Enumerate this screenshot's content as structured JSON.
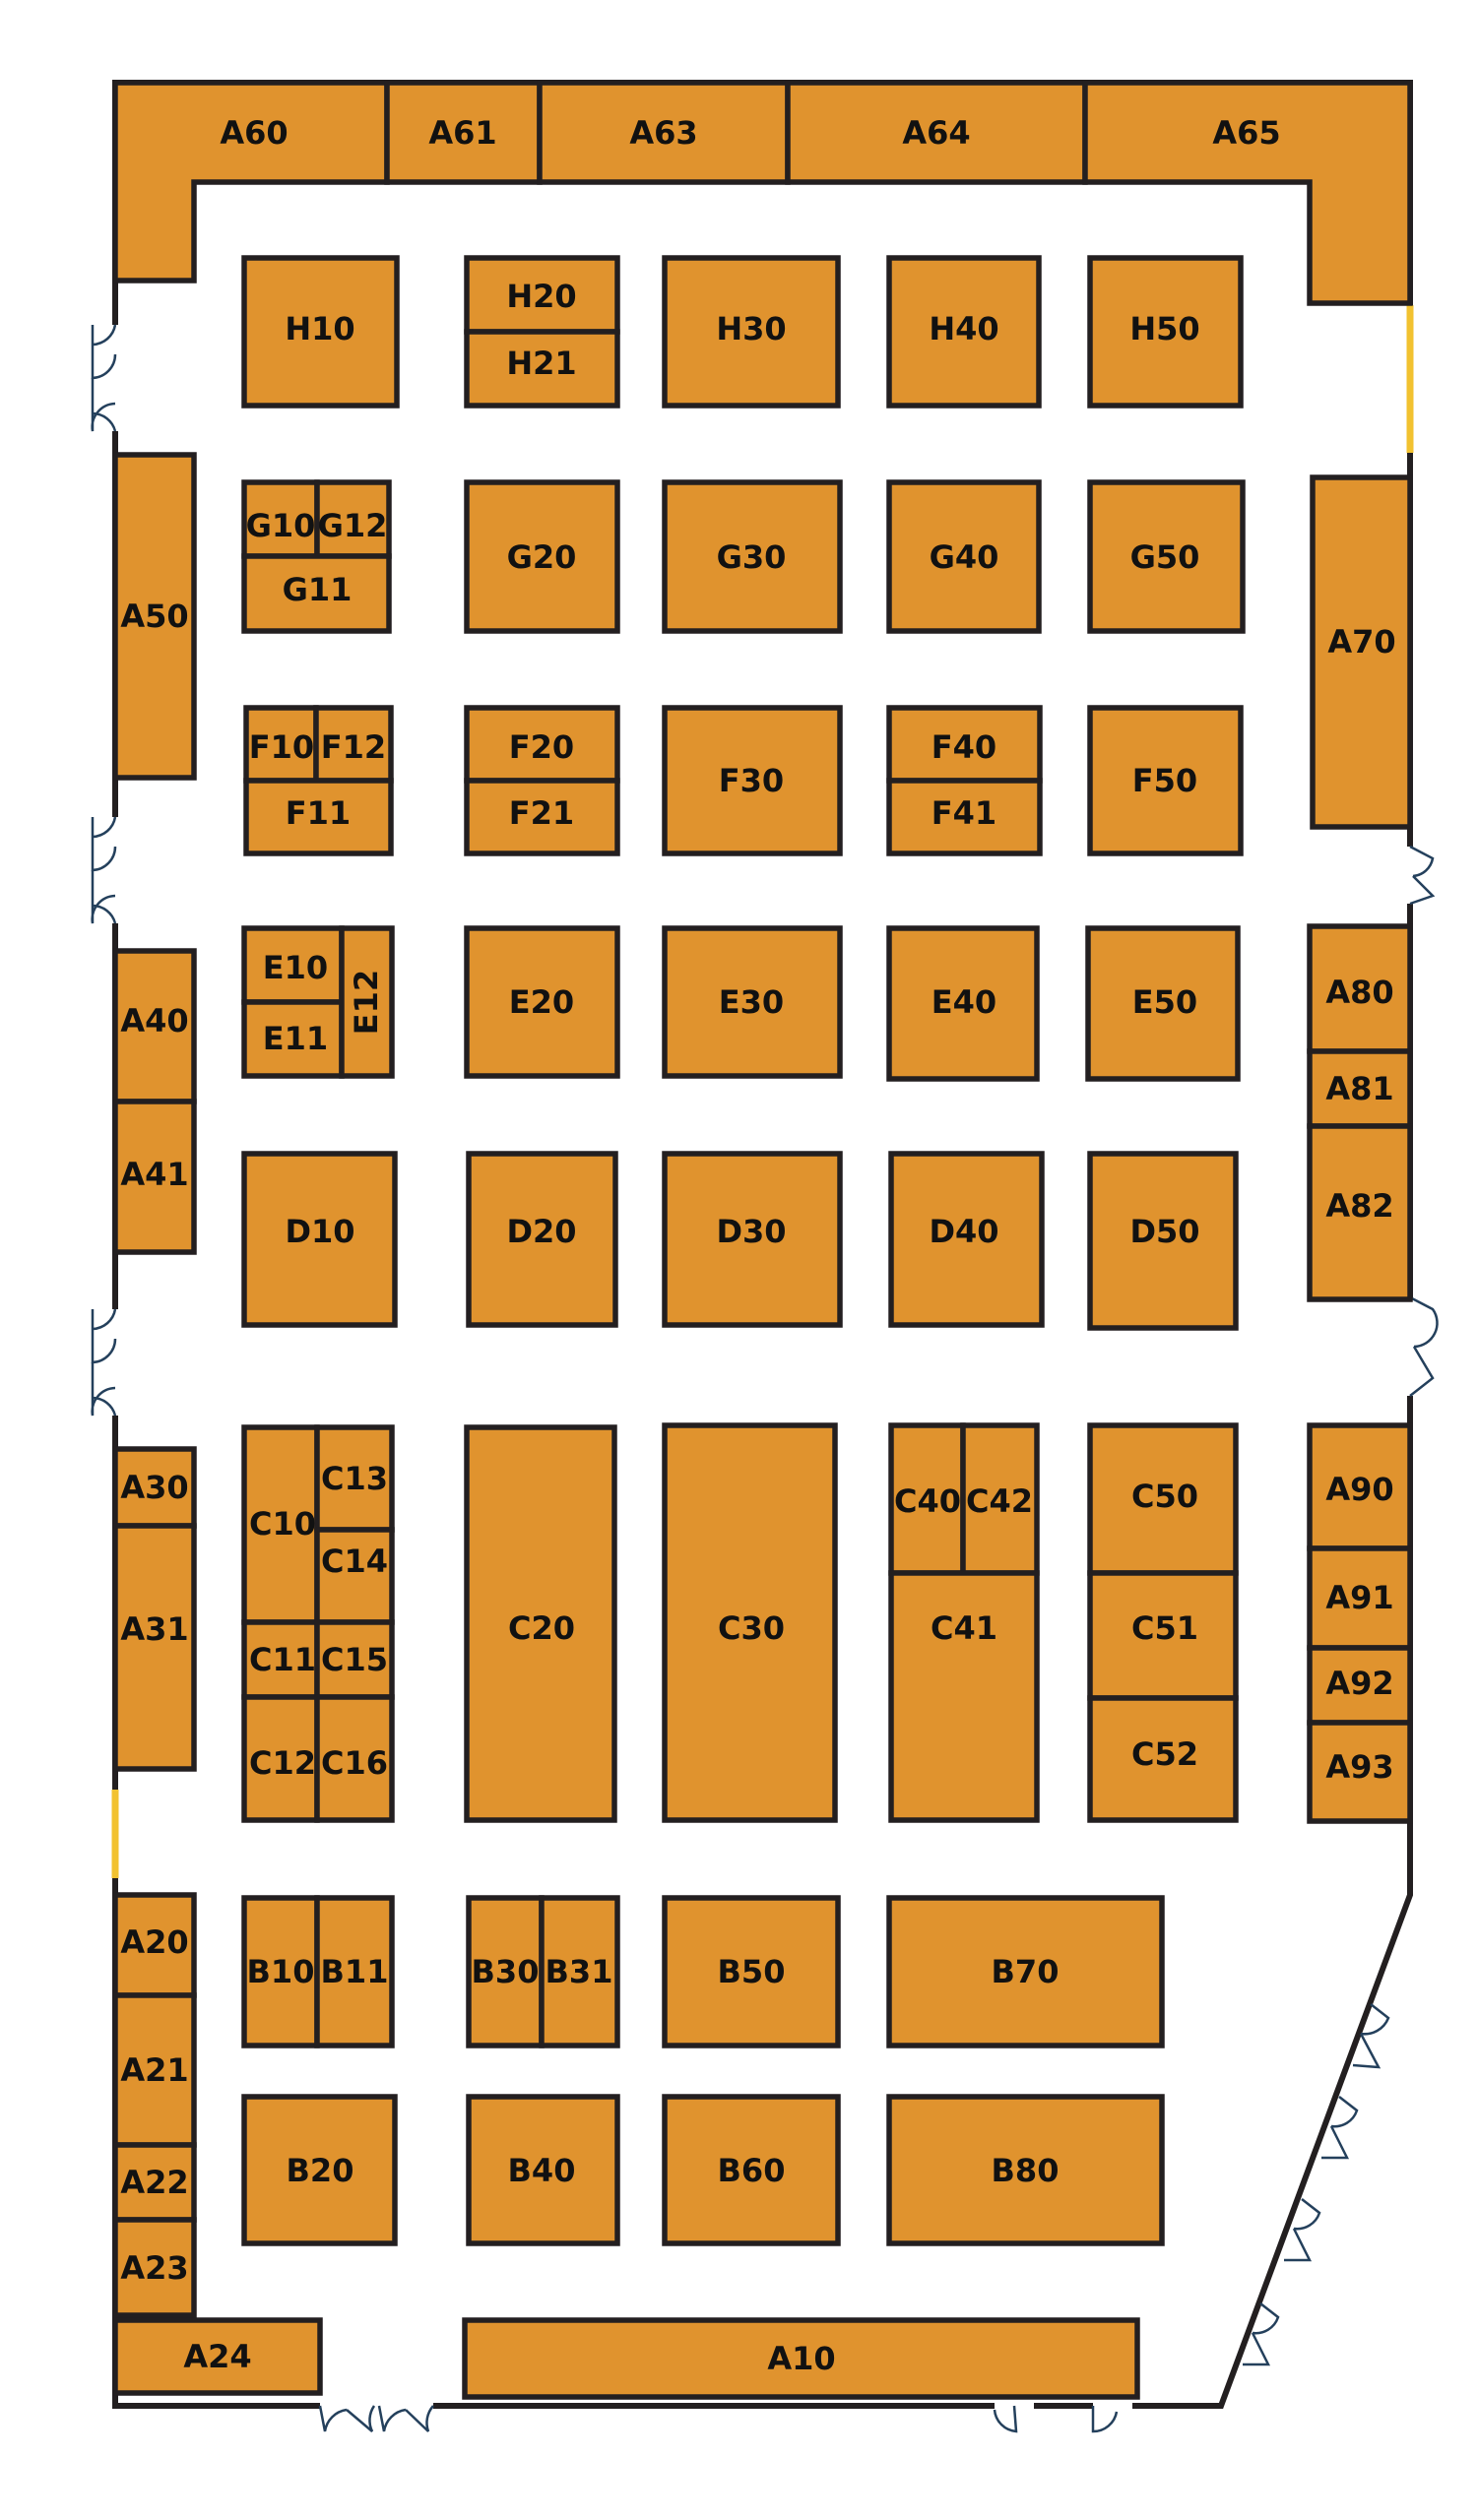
{
  "colors": {
    "booth_fill": "#e0932e",
    "outline": "#231f20",
    "door": "#24405c",
    "entrance": "#f2c230",
    "background": "#ffffff"
  },
  "booths": {
    "A10": "A10",
    "A20": "A20",
    "A21": "A21",
    "A22": "A22",
    "A23": "A23",
    "A24": "A24",
    "A30": "A30",
    "A31": "A31",
    "A40": "A40",
    "A41": "A41",
    "A50": "A50",
    "A60": "A60",
    "A61": "A61",
    "A63": "A63",
    "A64": "A64",
    "A65": "A65",
    "A70": "A70",
    "A80": "A80",
    "A81": "A81",
    "A82": "A82",
    "A90": "A90",
    "A91": "A91",
    "A92": "A92",
    "A93": "A93",
    "B10": "B10",
    "B11": "B11",
    "B20": "B20",
    "B30": "B30",
    "B31": "B31",
    "B40": "B40",
    "B50": "B50",
    "B60": "B60",
    "B70": "B70",
    "B80": "B80",
    "C10": "C10",
    "C11": "C11",
    "C12": "C12",
    "C13": "C13",
    "C14": "C14",
    "C15": "C15",
    "C16": "C16",
    "C20": "C20",
    "C30": "C30",
    "C40": "C40",
    "C41": "C41",
    "C42": "C42",
    "C50": "C50",
    "C51": "C51",
    "C52": "C52",
    "D10": "D10",
    "D20": "D20",
    "D30": "D30",
    "D40": "D40",
    "D50": "D50",
    "E10": "E10",
    "E11": "E11",
    "E12": "E12",
    "E20": "E20",
    "E30": "E30",
    "E40": "E40",
    "E50": "E50",
    "F10": "F10",
    "F11": "F11",
    "F12": "F12",
    "F20": "F20",
    "F21": "F21",
    "F30": "F30",
    "F40": "F40",
    "F41": "F41",
    "F50": "F50",
    "G10": "G10",
    "G11": "G11",
    "G12": "G12",
    "G20": "G20",
    "G30": "G30",
    "G40": "G40",
    "G50": "G50",
    "H10": "H10",
    "H20": "H20",
    "H21": "H21",
    "H30": "H30",
    "H40": "H40",
    "H50": "H50"
  }
}
